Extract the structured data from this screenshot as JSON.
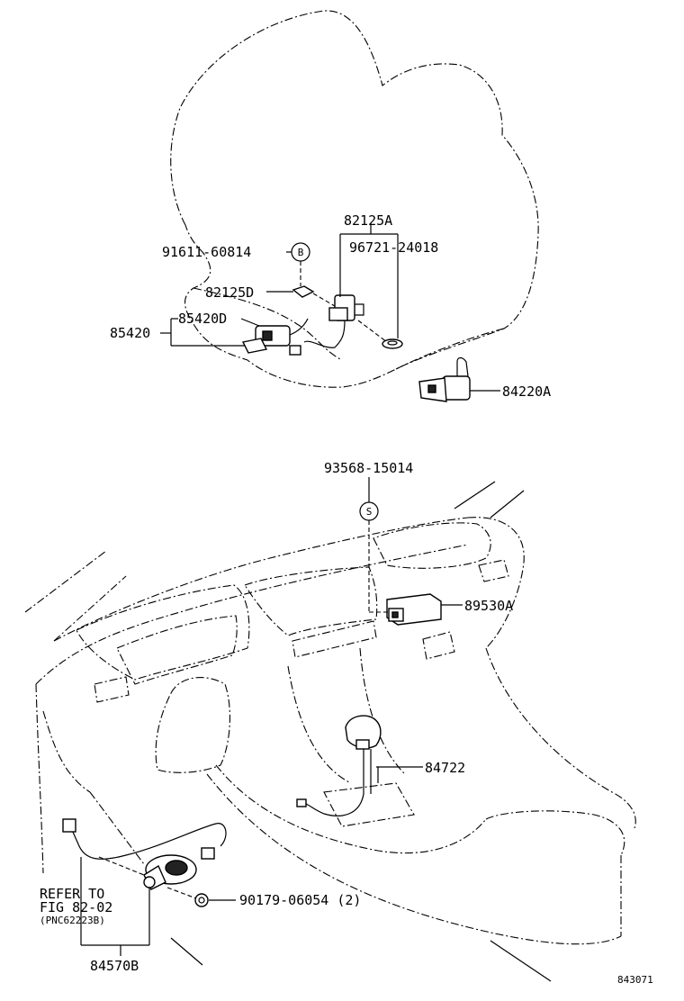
{
  "callouts": {
    "p82125A": "82125A",
    "p91611": "91611-60814",
    "p96721": "96721-24018",
    "p82125D": "82125D",
    "p85420": "85420",
    "p85420D": "85420D",
    "p84220A": "84220A",
    "p93568": "93568-15014",
    "p89530A": "89530A",
    "p84722": "84722",
    "p90179": "90179-06054 (2)",
    "p84570B": "84570B"
  },
  "markers": {
    "b": "B",
    "s": "S"
  },
  "refer": {
    "line1": "REFER TO",
    "line2": "FIG 82-02",
    "line3": "(PNC62223B)"
  },
  "figure_number": "843071"
}
